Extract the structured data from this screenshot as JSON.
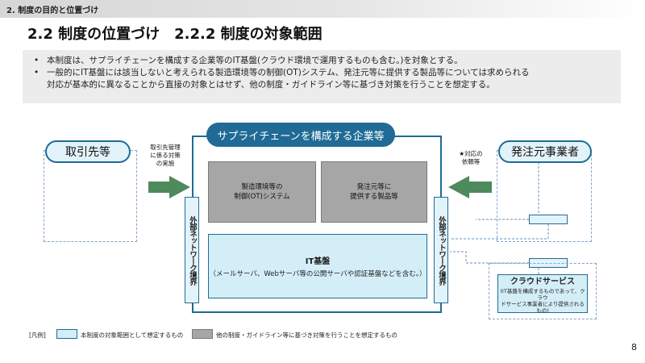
{
  "header": {
    "section": "2. 制度の目的と位置づけ",
    "title": "2.2 制度の位置づけ　2.2.2 制度の対象範囲"
  },
  "summary": {
    "bullets": [
      "本制度は、サプライチェーンを構成する企業等のIT基盤(クラウド環境で運用するものも含む。)を対象とする。",
      "一般的にIT基盤には該当しないと考えられる製造環境等の制御(OT)システム、発注元等に提供する製品等については求められる",
      "対応が基本的に異なることから直接の対象とはせず、他の制度・ガイドライン等に基づき対策を行うことを想定する。"
    ]
  },
  "diagram": {
    "left_party": "取引先等",
    "right_party": "発注元事業者",
    "center_header": "サプライチェーンを構成する企業等",
    "left_note": [
      "取引先管理",
      "に係る対策",
      "の実施"
    ],
    "right_note": [
      "★対応の",
      "依頼等"
    ],
    "ot_box": [
      "製造環境等の",
      "制御(OT)システム"
    ],
    "product_box": [
      "発注元等に",
      "提供する製品等"
    ],
    "it_title": "IT基盤",
    "it_sub": "（メールサーバ、Webサーバ等の公開サーバや認証基盤などを含む。）",
    "boundary_left": "外部ネットワーク境界",
    "boundary_right": "外部ネットワーク境界",
    "cloud_title": "クラウドサービス",
    "cloud_sub": [
      "(IT基盤を構成するものであって、クラウ",
      "ドサービス事業者により提供されるもの)"
    ]
  },
  "legend": {
    "prefix": "[凡例]",
    "scope_label": "本制度の対象範囲として想定するもの",
    "other_label": "他の制度・ガイドライン等に基づき対策を行うことを想定するもの"
  },
  "page_number": "8",
  "colors": {
    "accent": "#1f6b96",
    "light_blue": "#d4eef8",
    "gray": "#a6a6a6",
    "arrow_green": "#4e8a5c"
  }
}
